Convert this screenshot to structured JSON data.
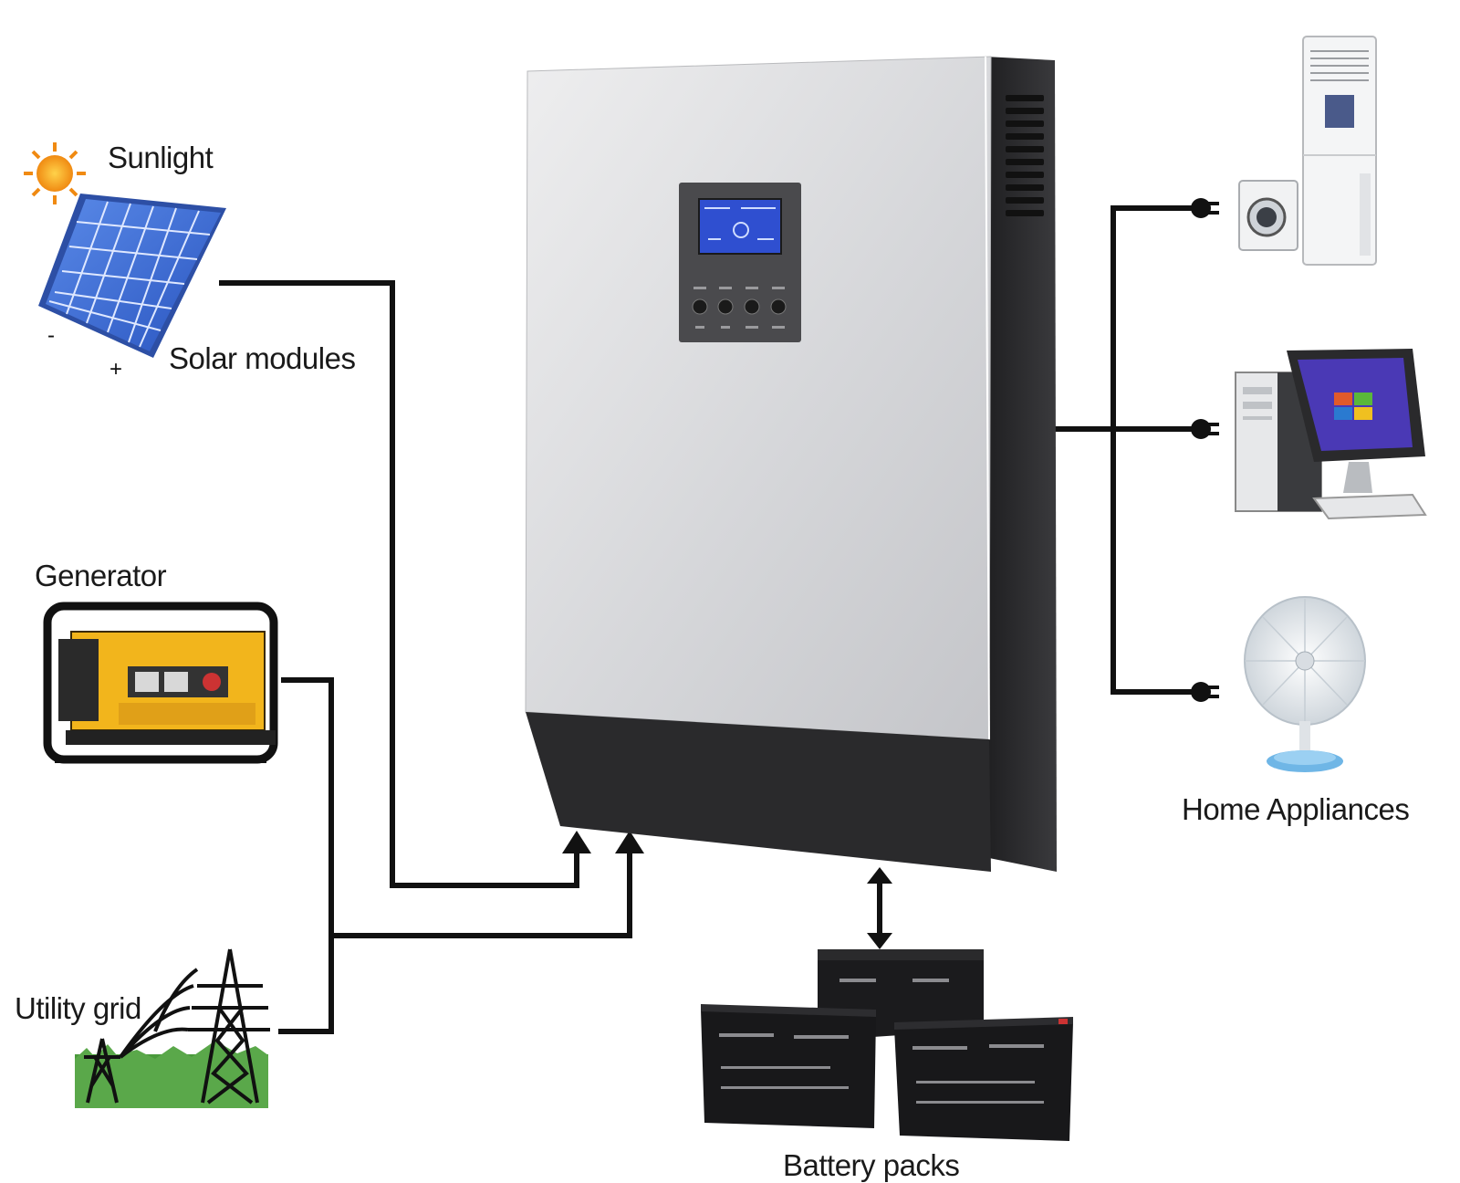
{
  "labels": {
    "sunlight": "Sunlight",
    "solar_modules": "Solar modules",
    "generator": "Generator",
    "utility_grid": "Utility grid",
    "home_appliances": "Home Appliances",
    "battery_packs": "Battery packs"
  },
  "solar_polarity": {
    "negative": "-",
    "positive": "+"
  },
  "colors": {
    "line": "#111111",
    "inverter_front": "#d9dadc",
    "inverter_case": "#2b2b2d",
    "lcd": "#2f4fd0",
    "solar_cell": "#3c6fd8",
    "generator_yellow": "#f2b51c",
    "grass": "#4a9a3c",
    "sun": "#f5a623",
    "battery": "#1b1b1d"
  },
  "icons": [
    "sun-icon",
    "solar-panel-icon",
    "generator-icon",
    "utility-tower-icon",
    "air-conditioner-icon",
    "washing-machine-icon",
    "computer-icon",
    "fan-icon",
    "battery-icon",
    "plug-icon",
    "inverter-icon"
  ]
}
